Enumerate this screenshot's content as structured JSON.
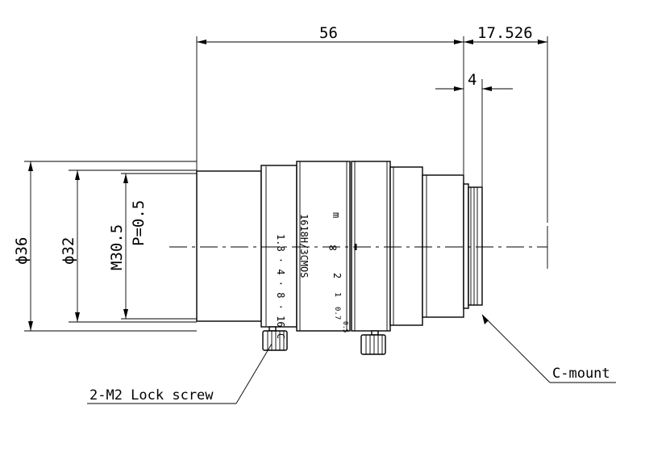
{
  "dimensions": {
    "length": "56",
    "flange_back": "17.526",
    "mount_depth": "4",
    "outer_diameter": "ϕ36",
    "inner_diameter": "ϕ32",
    "thread_size": "M30.5",
    "thread_pitch": "P=0.5"
  },
  "callouts": {
    "lock_screw": "2-M2 Lock screw",
    "mount": "C-mount"
  },
  "lens_engraving": {
    "model": "1618H/3CMOS",
    "f_numbers": "1.8 · 4 · 8 · 16 C",
    "focus_unit": "m",
    "focus_infinity": "∞",
    "focus_2": "2",
    "focus_1": "1",
    "focus_07": "0.7",
    "focus_05": "0.5"
  }
}
